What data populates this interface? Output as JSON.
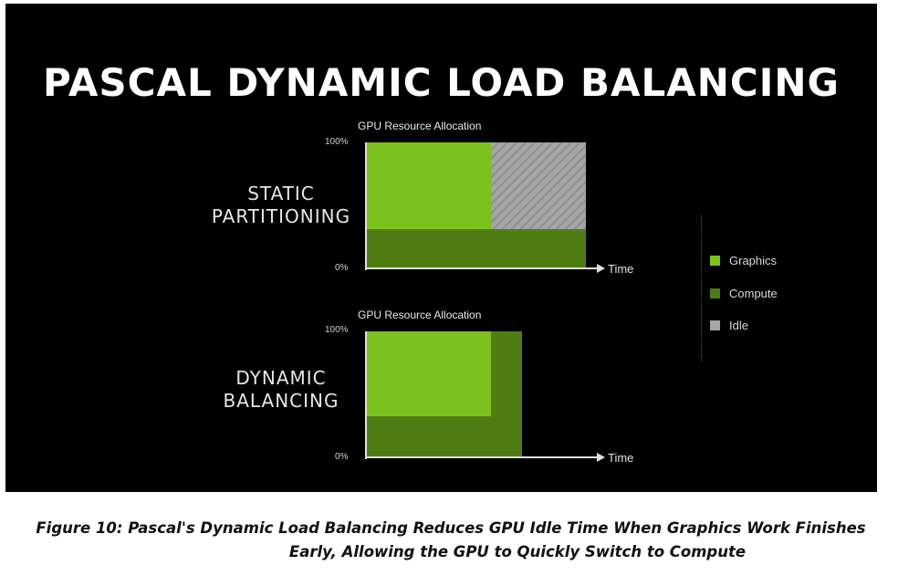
{
  "title": "PASCAL DYNAMIC LOAD BALANCING",
  "colors": {
    "graphics": "#7cc21d",
    "compute": "#4f7d14",
    "idle": "#a5a5a5",
    "background": "#000000"
  },
  "charts": [
    {
      "row_label_line1": "STATIC",
      "row_label_line2": "PARTITIONING",
      "chart_title": "GPU Resource Allocation",
      "y_top": "100%",
      "y_bottom": "0%",
      "x_label": "Time"
    },
    {
      "row_label_line1": "DYNAMIC",
      "row_label_line2": "BALANCING",
      "chart_title": "GPU Resource Allocation",
      "y_top": "100%",
      "y_bottom": "0%",
      "x_label": "Time"
    }
  ],
  "legend": [
    {
      "label": "Graphics",
      "color": "#7cc21d"
    },
    {
      "label": "Compute",
      "color": "#4f7d14"
    },
    {
      "label": "Idle",
      "color": "#a5a5a5"
    }
  ],
  "caption_line1": "Figure 10: Pascal's Dynamic Load Balancing Reduces GPU Idle Time When Graphics Work Finishes",
  "caption_line2": "Early, Allowing the GPU to Quickly Switch to Compute"
}
